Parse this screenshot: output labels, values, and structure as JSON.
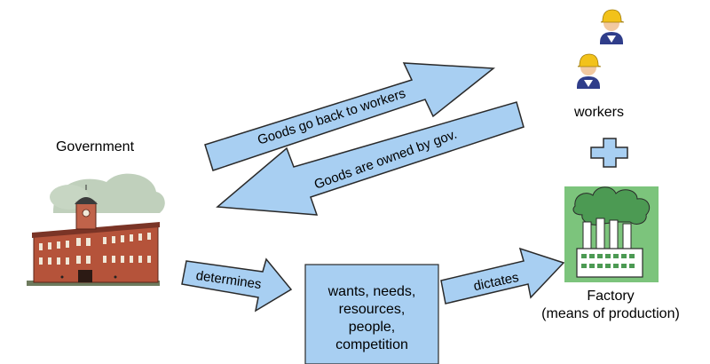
{
  "labels": {
    "government": "Government",
    "workers": "workers",
    "factory_line1": "Factory",
    "factory_line2": "(means of production)"
  },
  "arrows": {
    "goods_back": "Goods go back to workers",
    "goods_owned": "Goods are owned by gov.",
    "determines": "determines",
    "dictates": "dictates"
  },
  "center_box": {
    "lines": [
      "wants, needs,",
      "resources,",
      "people,",
      "competition"
    ]
  },
  "colors": {
    "arrow_fill": "#a8cff2",
    "arrow_stroke": "#2a2a2a",
    "box_fill": "#a8cff2",
    "plus_fill": "#a8cff2",
    "factory_bg": "#7cc47c",
    "building_brick": "#b5533a",
    "cloud": "#b9cbb5"
  },
  "icons": {
    "government": "government-building-icon",
    "worker": "worker-hardhat-icon",
    "plus": "plus-icon",
    "factory": "factory-icon"
  }
}
